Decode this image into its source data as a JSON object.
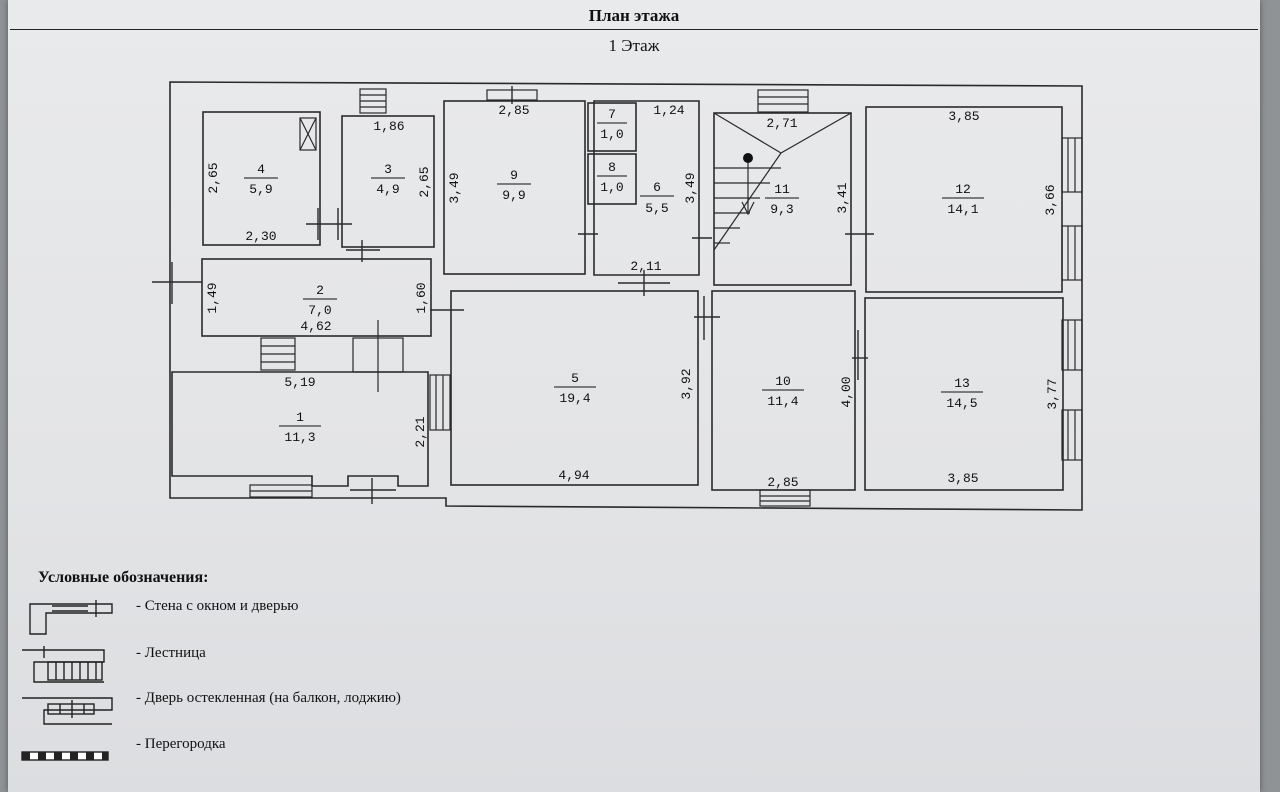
{
  "header": {
    "title": "План этажа",
    "floor": "1 Этаж"
  },
  "rooms": [
    {
      "number": "1",
      "area": "11,3"
    },
    {
      "number": "2",
      "area": "7,0"
    },
    {
      "number": "3",
      "area": "4,9"
    },
    {
      "number": "4",
      "area": "5,9"
    },
    {
      "number": "5",
      "area": "19,4"
    },
    {
      "number": "6",
      "area": "5,5"
    },
    {
      "number": "7",
      "area": "1,0"
    },
    {
      "number": "8",
      "area": "1,0"
    },
    {
      "number": "9",
      "area": "9,9"
    },
    {
      "number": "10",
      "area": "11,4"
    },
    {
      "number": "11",
      "area": "9,3"
    },
    {
      "number": "12",
      "area": "14,1"
    },
    {
      "number": "13",
      "area": "14,5"
    }
  ],
  "dimensions": [
    "2,65",
    "2,30",
    "1,86",
    "2,65",
    "2,85",
    "3,49",
    "1,24",
    "3,49",
    "2,11",
    "2,71",
    "3,41",
    "3,85",
    "3,66",
    "1,49",
    "1,60",
    "4,62",
    "5,19",
    "2,21",
    "3,92",
    "4,94",
    "4,00",
    "2,85",
    "3,77",
    "3,85"
  ],
  "legend": {
    "title": "Условные обозначения:",
    "items": [
      "- Стена с окном и дверью",
      "- Лестница",
      "- Дверь остекленная (на балкон, лоджию)",
      "- Перегородка"
    ]
  }
}
